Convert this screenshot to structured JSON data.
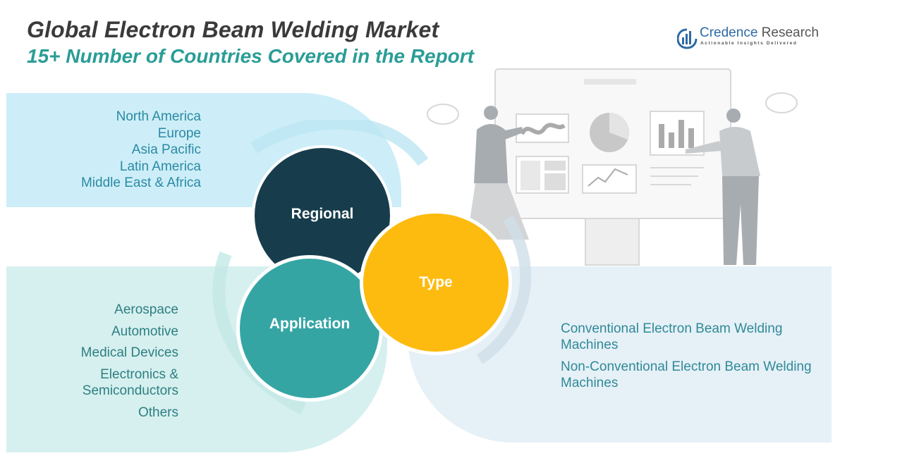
{
  "header": {
    "title": "Global Electron Beam Welding Market",
    "subtitle": "15+ Number of Countries Covered in the Report"
  },
  "logo": {
    "name_part1": "Credence",
    "name_part2": " Research",
    "tagline": "Actionable Insights Delivered"
  },
  "segments": {
    "regional": {
      "label": "Regional",
      "color": "#173d4c",
      "items": [
        "North America",
        "Europe",
        "Asia Pacific",
        "Latin America",
        "Middle East & Africa"
      ]
    },
    "application": {
      "label": "Application",
      "color": "#35a5a4",
      "items": [
        "Aerospace",
        "Automotive",
        "Medical Devices",
        "Electronics & Semiconductors",
        "Others"
      ]
    },
    "type": {
      "label": "Type",
      "color": "#fdbb0f",
      "items": [
        "Conventional Electron Beam Welding Machines",
        "Non-Conventional Electron Beam Welding Machines"
      ]
    }
  }
}
